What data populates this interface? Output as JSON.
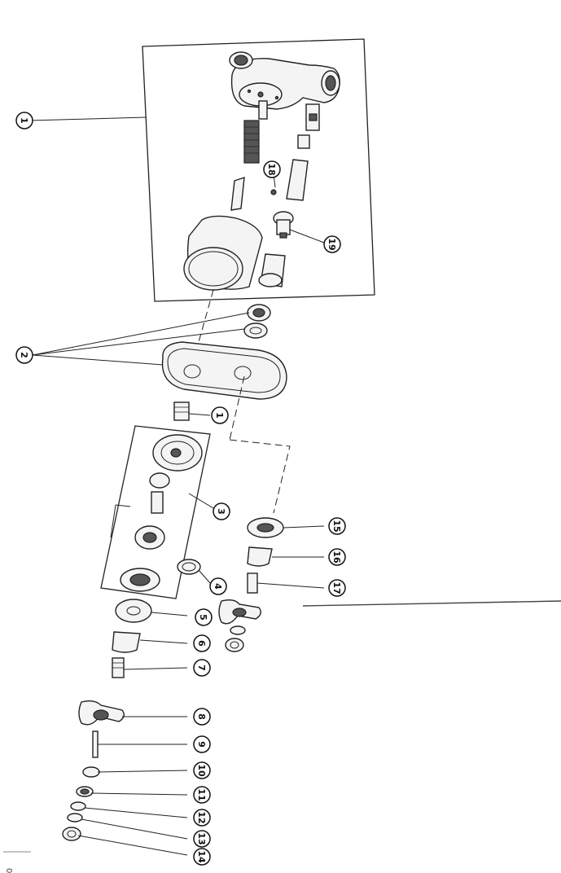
{
  "callouts": [
    {
      "id": "c1-top",
      "label": "1"
    },
    {
      "id": "c1-mid",
      "label": "1"
    },
    {
      "id": "c2",
      "label": "2"
    },
    {
      "id": "c3",
      "label": "3"
    },
    {
      "id": "c4",
      "label": "4"
    },
    {
      "id": "c5",
      "label": "5"
    },
    {
      "id": "c6",
      "label": "6"
    },
    {
      "id": "c7",
      "label": "7"
    },
    {
      "id": "c8",
      "label": "8"
    },
    {
      "id": "c9",
      "label": "9"
    },
    {
      "id": "c10",
      "label": "10"
    },
    {
      "id": "c11",
      "label": "11"
    },
    {
      "id": "c12",
      "label": "12"
    },
    {
      "id": "c13",
      "label": "13"
    },
    {
      "id": "c14",
      "label": "14"
    },
    {
      "id": "c15",
      "label": "15"
    },
    {
      "id": "c16",
      "label": "16"
    },
    {
      "id": "c17",
      "label": "17"
    },
    {
      "id": "c18",
      "label": "18"
    },
    {
      "id": "c19",
      "label": "19"
    }
  ],
  "page_mark": "0"
}
